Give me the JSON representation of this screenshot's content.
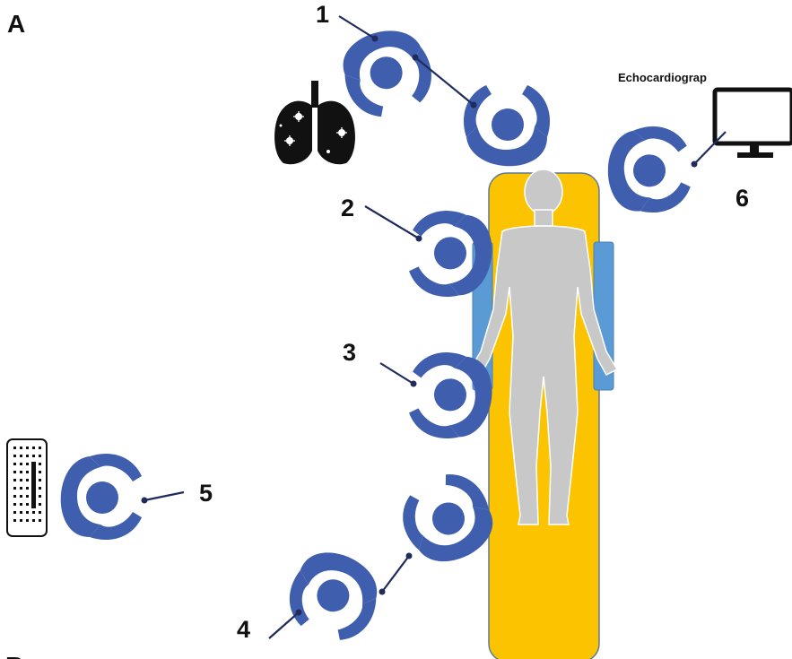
{
  "panel_label": "A",
  "next_panel_label": "B",
  "staff_numbers": {
    "n1": "1",
    "n2": "2",
    "n3": "3",
    "n4": "4",
    "n5": "5",
    "n6": "6"
  },
  "devices": {
    "echo_label": "Echocardiograp"
  },
  "icons": {
    "lungs": "lungs-virus-icon",
    "monitor": "monitor-icon",
    "ventilator": "ventilator-panel-icon"
  },
  "colors": {
    "staff": "#3f5fae",
    "bed": "#fbc300",
    "patient": "#c8c8c8",
    "arm_board": "#5b9bd5"
  }
}
